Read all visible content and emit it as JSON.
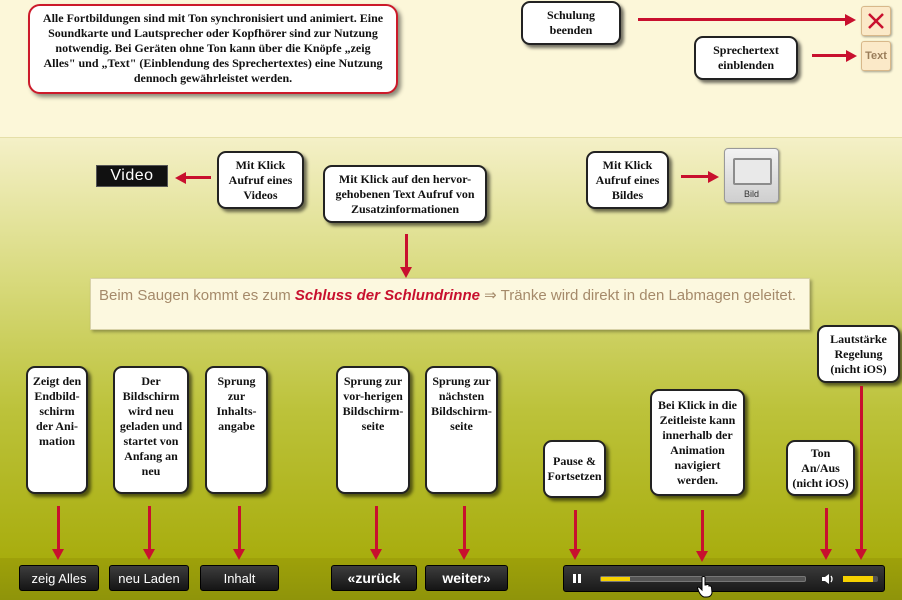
{
  "notice": {
    "text": "Alle Fortbildungen sind mit Ton synchronisiert und animiert. Eine Soundkarte und Lautsprecher oder Kopfhörer sind zur Nutzung notwendig. Bei Geräten ohne Ton kann über die Knöpfe „zeig Alles\" und „Text\" (Einblendung des Sprechertextes) eine Nutzung dennoch gewährleistet werden."
  },
  "callouts": {
    "end_training": "Schulung beenden",
    "show_speaker_text": "Sprechertext einblenden",
    "video": "Mit Klick Aufruf eines Videos",
    "highlighted_text": "Mit Klick auf den hervor-gehobenen Text Aufruf von Zusatzinformationen",
    "image": "Mit Klick Aufruf eines Bildes",
    "show_all": "Zeigt den Endbild-schirm der Ani-mation",
    "reload": "Der Bildschirm wird neu geladen und startet von Anfang an neu",
    "contents": "Sprung zur Inhalts-angabe",
    "previous": "Sprung zur vor-herigen Bildschirm-seite",
    "next": "Sprung zur nächsten Bildschirm-seite",
    "pause": "Pause & Fortsetzen",
    "timeline": "Bei Klick in die Zeitleiste kann innerhalb der Animation navigiert werden.",
    "sound": "Ton An/Aus (nicht iOS)",
    "volume": "Lautstärke Regelung (nicht iOS)"
  },
  "controls": {
    "text_button": "Text",
    "video_button": "Video",
    "image_button": "Bild",
    "show_all": "zeig Alles",
    "reload": "neu Laden",
    "contents": "Inhalt",
    "back": "«zurück",
    "forward": "weiter»"
  },
  "content": {
    "prefix": "Beim Saugen kommt es zum ",
    "highlight": "Schluss der Schlundrinne",
    "suffix": " ⇒ Tränke wird direkt in den Labmagen geleitet."
  },
  "player": {
    "timeline_progress": 0.14,
    "volume_level": 0.85
  },
  "colors": {
    "accent_red": "#c8102e",
    "progress_yellow": "#f6d100"
  },
  "icons": {
    "close": "close-icon",
    "pause": "pause-icon",
    "volume": "speaker-icon",
    "cursor": "hand-pointer-icon"
  }
}
